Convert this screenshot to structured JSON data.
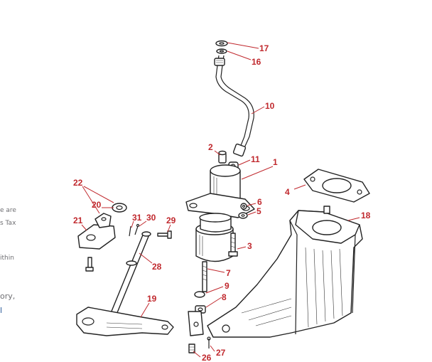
{
  "page_edge_text": [
    {
      "text": "e are",
      "style": "small"
    },
    {
      "text": "s Tax",
      "style": "small"
    },
    {
      "text": "ithin",
      "style": "small"
    },
    {
      "text": "ory,",
      "style": "big"
    },
    {
      "text": "l",
      "style": "big-blue"
    }
  ],
  "diagram": {
    "callout_color": "#c0282d",
    "callouts": [
      {
        "num": "1"
      },
      {
        "num": "2"
      },
      {
        "num": "3"
      },
      {
        "num": "4"
      },
      {
        "num": "5"
      },
      {
        "num": "6"
      },
      {
        "num": "7"
      },
      {
        "num": "8"
      },
      {
        "num": "9"
      },
      {
        "num": "10"
      },
      {
        "num": "11"
      },
      {
        "num": "16"
      },
      {
        "num": "17"
      },
      {
        "num": "18"
      },
      {
        "num": "19"
      },
      {
        "num": "20"
      },
      {
        "num": "21"
      },
      {
        "num": "22"
      },
      {
        "num": "26"
      },
      {
        "num": "27"
      },
      {
        "num": "28"
      },
      {
        "num": "29"
      },
      {
        "num": "30"
      },
      {
        "num": "31"
      }
    ]
  }
}
